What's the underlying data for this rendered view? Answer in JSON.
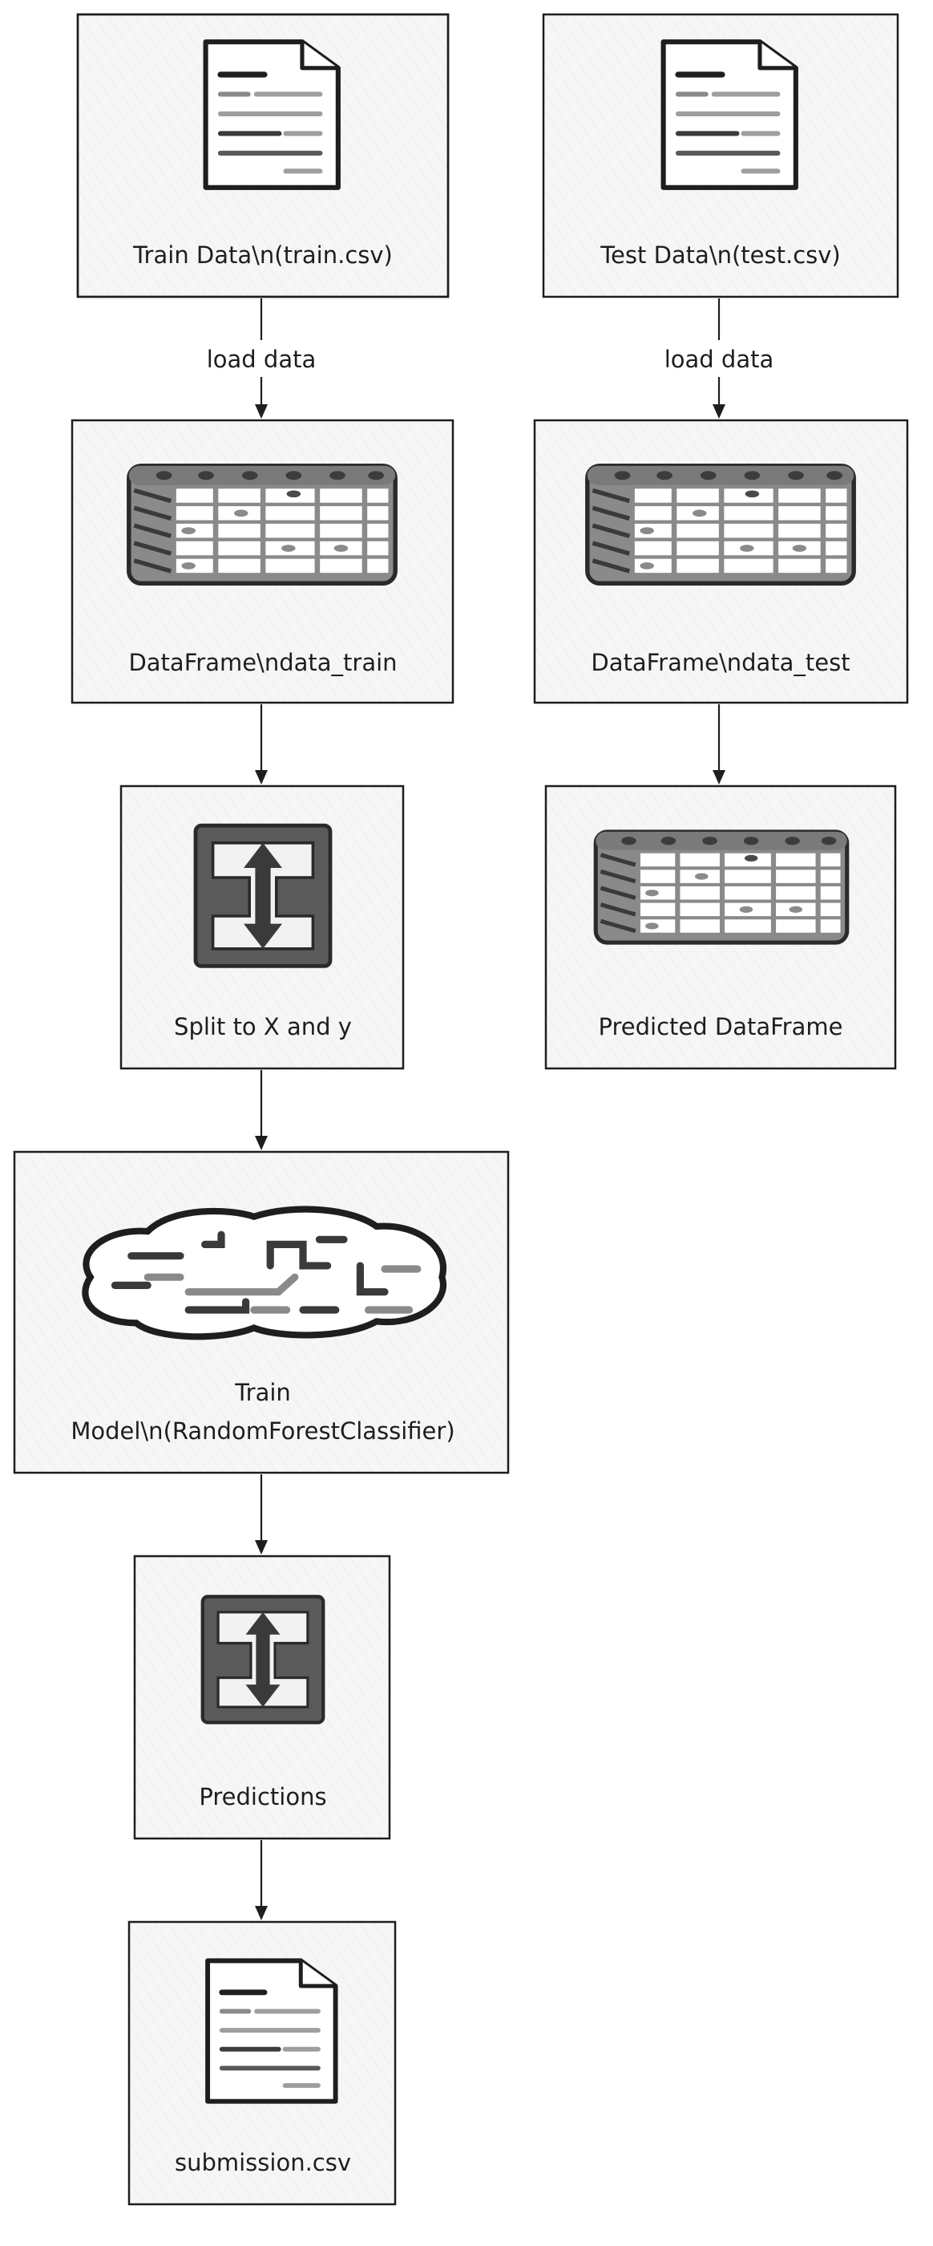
{
  "diagram": {
    "nodes": {
      "train_data": {
        "label_lines": [
          "Train Data\\n(train.csv)"
        ],
        "icon": "document-icon"
      },
      "test_data": {
        "label_lines": [
          "Test Data\\n(test.csv)"
        ],
        "icon": "document-icon"
      },
      "df_train": {
        "label_lines": [
          "DataFrame\\ndata_train"
        ],
        "icon": "table-icon"
      },
      "df_test": {
        "label_lines": [
          "DataFrame\\ndata_test"
        ],
        "icon": "table-icon"
      },
      "split": {
        "label_lines": [
          "Split to X and y"
        ],
        "icon": "split-arrows-icon"
      },
      "predicted_df": {
        "label_lines": [
          "Predicted DataFrame"
        ],
        "icon": "table-icon"
      },
      "train_model": {
        "label_lines": [
          "Train",
          "Model\\n(RandomForestClassifier)"
        ],
        "icon": "brain-icon"
      },
      "predictions": {
        "label_lines": [
          "Predictions"
        ],
        "icon": "split-arrows-icon"
      },
      "submission": {
        "label_lines": [
          "submission.csv"
        ],
        "icon": "document-icon"
      }
    },
    "edges": [
      {
        "from": "train_data",
        "to": "df_train",
        "label": "load data"
      },
      {
        "from": "test_data",
        "to": "df_test",
        "label": "load data"
      },
      {
        "from": "df_train",
        "to": "split",
        "label": ""
      },
      {
        "from": "df_test",
        "to": "predicted_df",
        "label": ""
      },
      {
        "from": "split",
        "to": "train_model",
        "label": ""
      },
      {
        "from": "train_model",
        "to": "predictions",
        "label": ""
      },
      {
        "from": "predictions",
        "to": "submission",
        "label": ""
      }
    ],
    "colors": {
      "stroke": "#1e1e1e",
      "node_fill": "#f5f5f5",
      "icon_dark": "#1e1e1e",
      "icon_mid": "#6e6e6e",
      "icon_light": "#a0a0a0"
    }
  }
}
